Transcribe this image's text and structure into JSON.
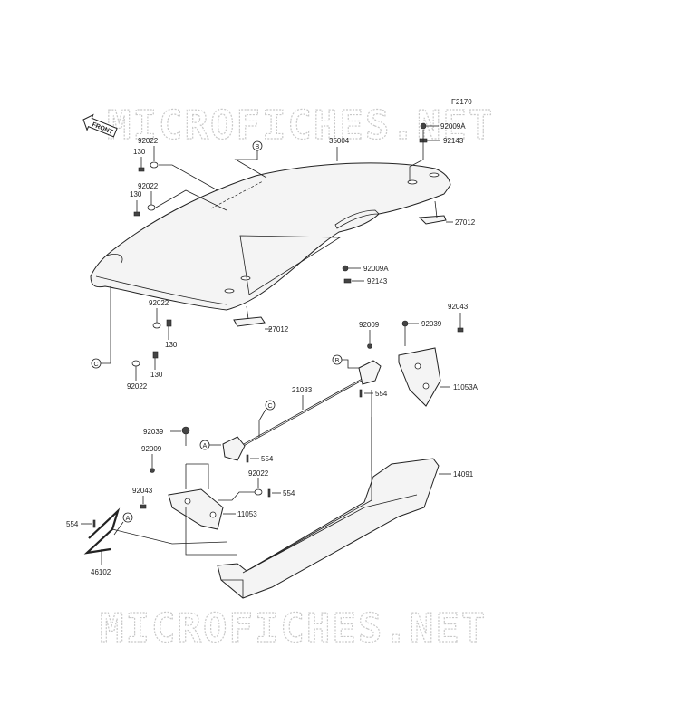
{
  "diagram": {
    "code": "F2170",
    "front_label": "FRONT",
    "watermark_top": "MICROFICHES.NET",
    "watermark_bottom": "MICROFICHES.NET",
    "callouts": {
      "35004": "35004",
      "92009A_top": "92009A",
      "92143_top": "92143",
      "27012_right": "27012",
      "92009A_mid": "92009A",
      "92143_mid": "92143",
      "27012_left": "27012",
      "92022_a": "92022",
      "130_a": "130",
      "92022_b": "92022",
      "130_b": "130",
      "92022_c": "92022",
      "130_c": "130",
      "130_d": "130",
      "92022_d": "92022",
      "92043_right": "92043",
      "92009_right": "92009",
      "92039_right": "92039",
      "11053A": "11053A",
      "21083": "21083",
      "554_a": "554",
      "92039_left": "92039",
      "554_b": "554",
      "92009_left": "92009",
      "92022_e": "92022",
      "554_c": "554",
      "92043_left": "92043",
      "11053": "11053",
      "554_d": "554",
      "46102": "46102",
      "14091": "14091"
    },
    "ref_markers": {
      "B_top": "B",
      "C_left": "C",
      "B_right": "B",
      "C_mid": "C",
      "A_left": "A",
      "A_bottom": "A"
    }
  }
}
